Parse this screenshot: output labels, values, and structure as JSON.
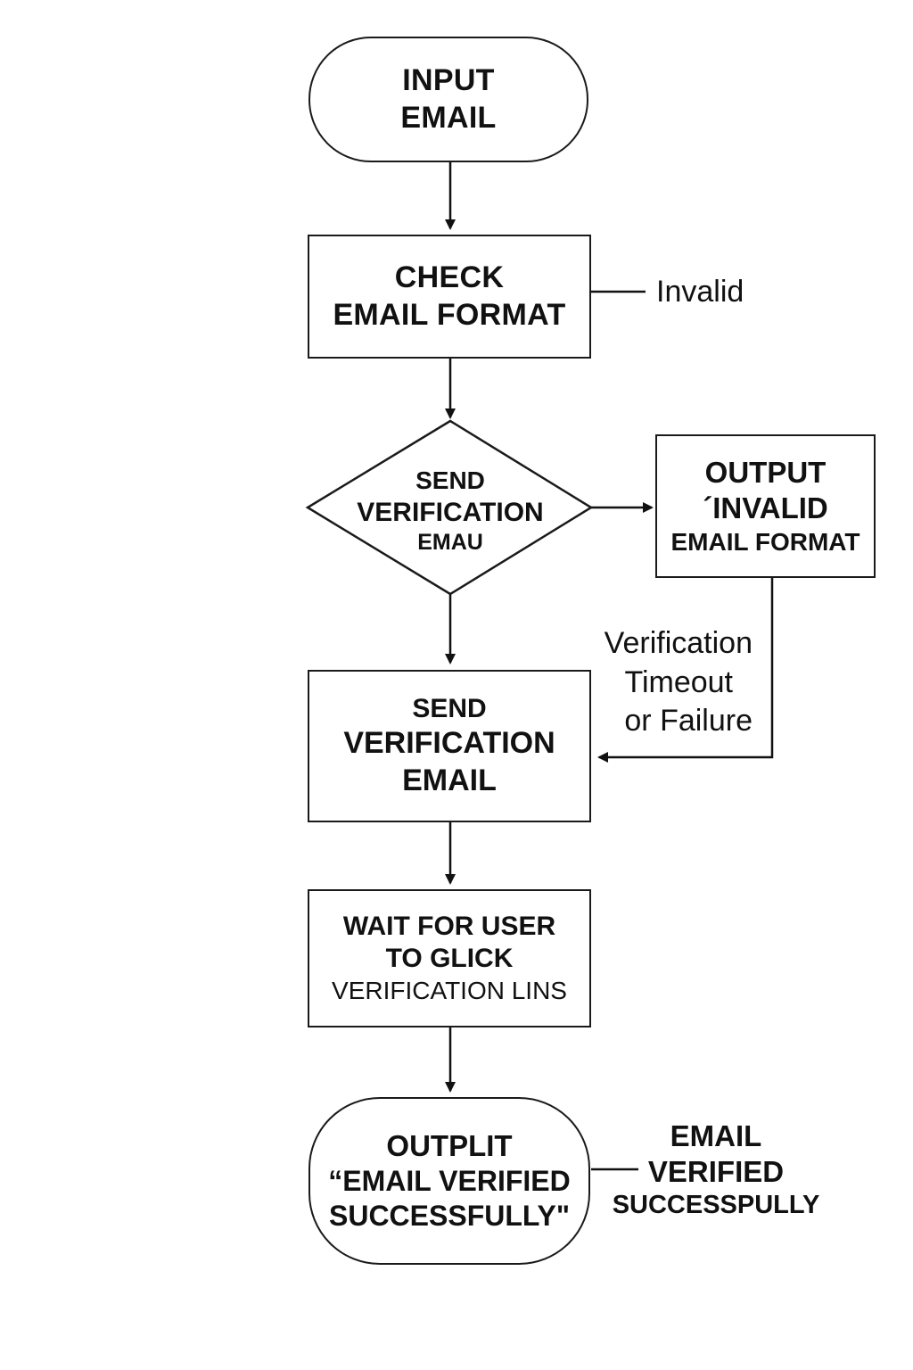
{
  "nodes": {
    "input_email": [
      "INPUT",
      "EMAIL"
    ],
    "check_format": [
      "CHECK",
      "EMAIL FORMAT"
    ],
    "decision": [
      "SEND",
      "VERIFICATION",
      "EMAU"
    ],
    "output_invalid": [
      "OUTPUT",
      "´INVALID",
      "EMAIL FORMAT"
    ],
    "send_email": [
      "SEND",
      "VERIFICATION",
      "EMAIL"
    ],
    "wait_click": [
      "WAIT FOR USER",
      "TO GLICK",
      "VERIFICATION LINS"
    ],
    "output_verified": [
      "OUTPLIT",
      "“EMAIL VERIFIED",
      "SUCCESSFULLY\""
    ]
  },
  "edge_labels": {
    "invalid": "Invalid",
    "timeout": [
      "Verification",
      "Timeout",
      "or Failure"
    ],
    "verified": [
      "EMAIL",
      "VERIFIED",
      "SUCCESSPULLY"
    ]
  }
}
